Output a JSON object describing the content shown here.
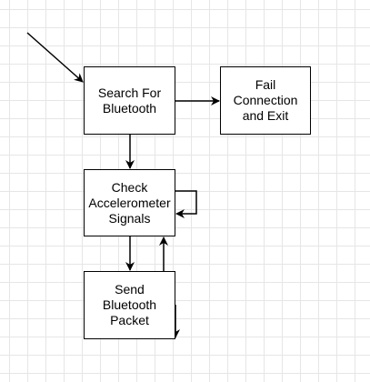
{
  "diagram": {
    "nodes": [
      {
        "id": "search",
        "label": "Search For\nBluetooth"
      },
      {
        "id": "fail",
        "label": "Fail\nConnection\nand Exit"
      },
      {
        "id": "check",
        "label": "Check\nAccelerometer\nSignals"
      },
      {
        "id": "send",
        "label": "Send\nBluetooth\nPacket"
      }
    ],
    "edges": [
      {
        "from": "start",
        "to": "search"
      },
      {
        "from": "search",
        "to": "fail"
      },
      {
        "from": "search",
        "to": "check"
      },
      {
        "from": "check",
        "to": "check"
      },
      {
        "from": "check",
        "to": "send"
      },
      {
        "from": "send",
        "to": "check"
      },
      {
        "from": "send",
        "to": "end"
      }
    ],
    "colors": {
      "line": "#000000",
      "grid": "#e6e6e6",
      "background": "#ffffff"
    }
  }
}
